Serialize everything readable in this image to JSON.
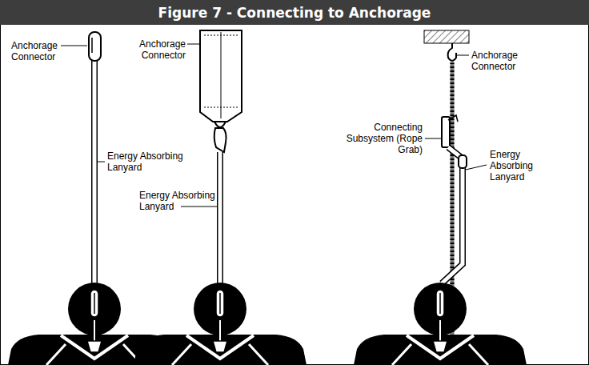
{
  "diagram": {
    "title": "Figure 7 - Connecting to Anchorage",
    "labels": [
      "Anchorage Connector",
      "Energy Absorbing Lanyard",
      "Anchorage Connector",
      "Energy Absorbing Lanyard",
      "Anchorage Connector",
      "Connecting Subsystem (Rope Grab)",
      "Energy Absorbing Lanyard"
    ]
  }
}
